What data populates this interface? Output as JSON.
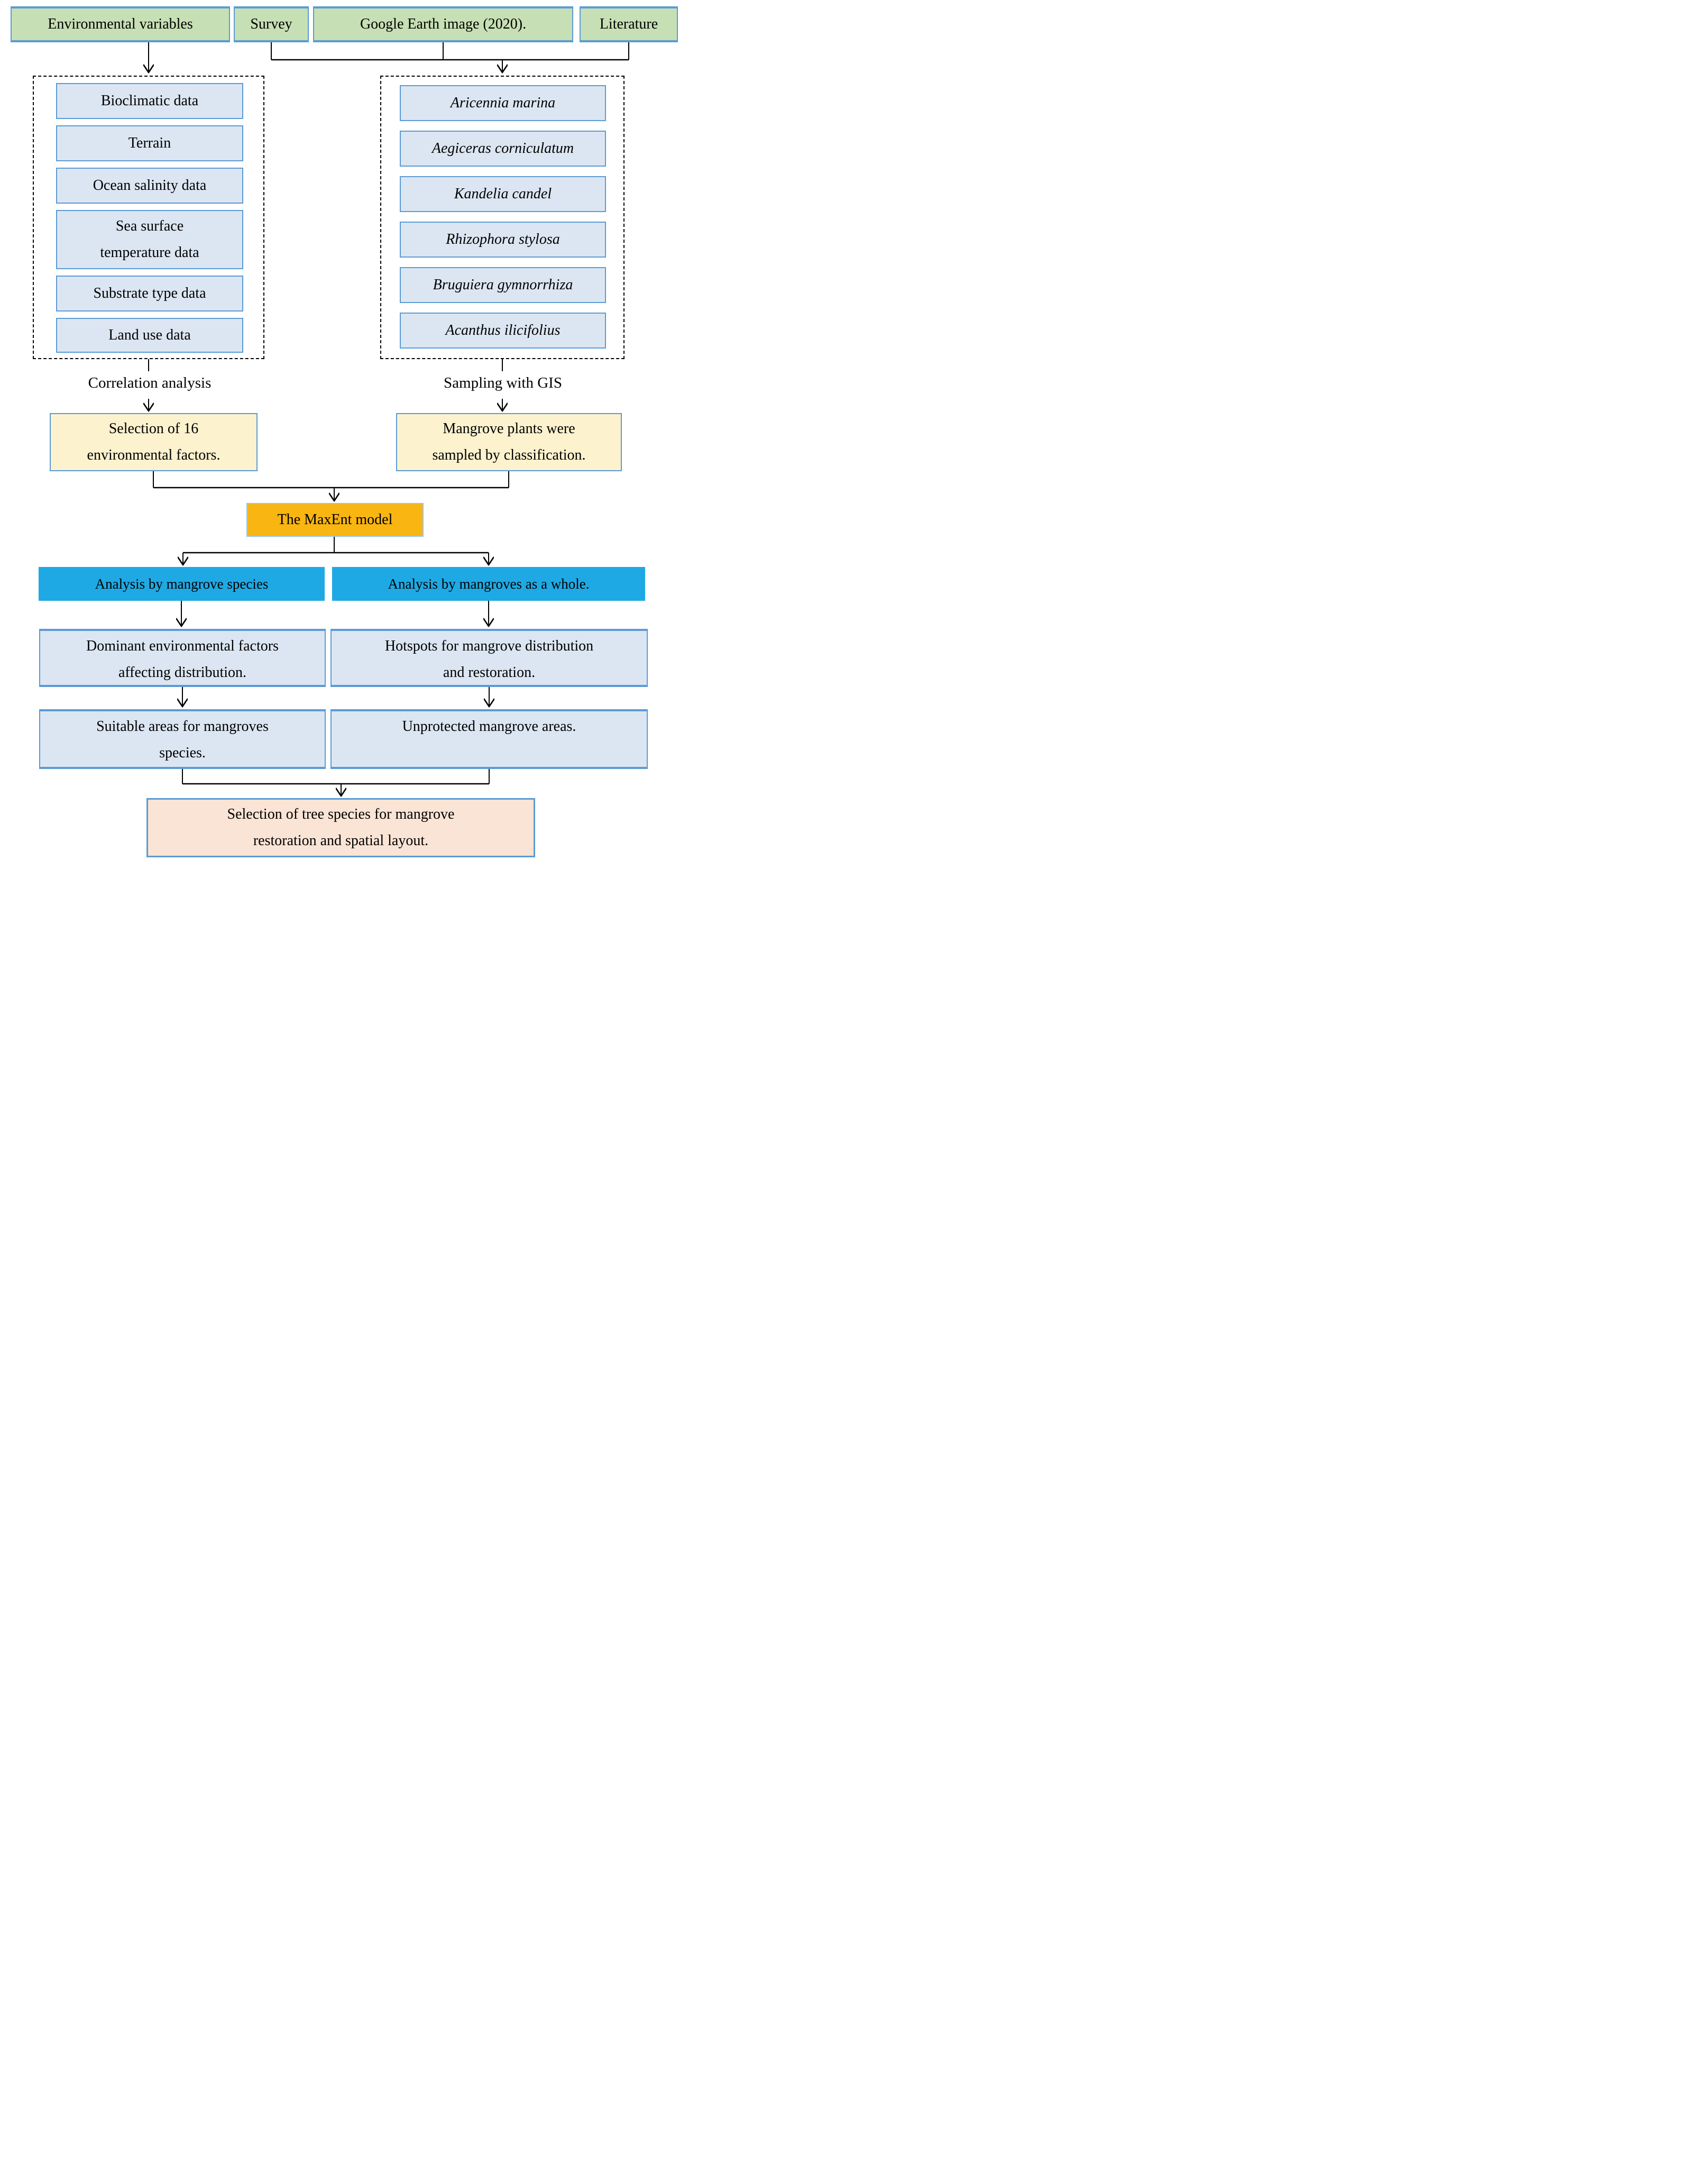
{
  "colors": {
    "source_fill": "#C7DFB4",
    "data_fill": "#DCE6F2",
    "process_fill": "#FCF2CE",
    "model_fill": "#F9B612",
    "branch_fill": "#1FA9E4",
    "final_fill": "#FAE4D5",
    "border_blue": "#5B9BD5",
    "border_light_blue": "#9DC3E6",
    "connector_color": "#000000"
  },
  "sources": {
    "environmental_variables": "Environmental variables",
    "survey": "Survey",
    "google_earth": "Google Earth image (2020).",
    "literature": "Literature"
  },
  "environmental_data_group": {
    "items": [
      {
        "lines": [
          "Bioclimatic data"
        ]
      },
      {
        "lines": [
          "Terrain"
        ]
      },
      {
        "lines": [
          "Ocean salinity data"
        ]
      },
      {
        "lines": [
          "Sea surface",
          "temperature data"
        ]
      },
      {
        "lines": [
          "Substrate type data"
        ]
      },
      {
        "lines": [
          "Land use data"
        ]
      }
    ]
  },
  "species_group": {
    "items": [
      "Aricennia marina",
      "Aegiceras corniculatum",
      "Kandelia candel",
      "Rhizophora stylosa",
      "Bruguiera gymnorrhiza",
      "Acanthus ilicifolius"
    ]
  },
  "process_labels": {
    "correlation": "Correlation analysis",
    "sampling": "Sampling with GIS"
  },
  "process_boxes": {
    "selection": {
      "lines": [
        "Selection of 16",
        "environmental factors."
      ]
    },
    "sampled": {
      "lines": [
        "Mangrove plants were",
        "sampled by classification."
      ]
    }
  },
  "model": {
    "label": "The MaxEnt model"
  },
  "branches": {
    "by_species": "Analysis by mangrove species",
    "as_whole": "Analysis by mangroves as a whole."
  },
  "outcomes": {
    "dominant_factors": {
      "lines": [
        "Dominant environmental factors",
        "affecting distribution."
      ]
    },
    "hotspots": {
      "lines": [
        "Hotspots for mangrove distribution",
        "and restoration."
      ]
    },
    "suitable_areas": {
      "lines": [
        "Suitable areas for mangroves",
        "species."
      ]
    },
    "unprotected": {
      "lines": [
        "Unprotected mangrove areas."
      ]
    }
  },
  "final": {
    "lines": [
      "Selection of tree species for mangrove",
      "restoration and spatial layout."
    ]
  }
}
